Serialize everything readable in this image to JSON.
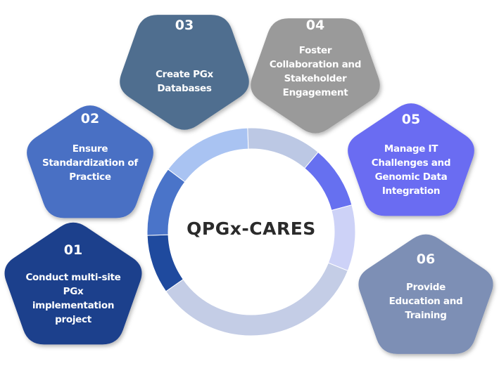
{
  "center": {
    "title": "QPGx-CARES"
  },
  "items": [
    {
      "number": "01",
      "lines": [
        "Conduct multi-site",
        "PGx",
        "implementation",
        "project"
      ],
      "color": "#1f3f8c"
    },
    {
      "number": "02",
      "lines": [
        "Ensure",
        "Standardization of",
        "Practice"
      ],
      "color": "#4a6fc4"
    },
    {
      "number": "03",
      "lines": [
        "Create PGx",
        "Databases"
      ],
      "color": "#4f6e8f"
    },
    {
      "number": "04",
      "lines": [
        "Foster",
        "Collaboration and",
        "Stakeholder",
        "Engagement"
      ],
      "color": "#9a9a9a"
    },
    {
      "number": "05",
      "lines": [
        "Manage IT",
        "Challenges and",
        "Genomic Data",
        "Integration"
      ],
      "color": "#6b6cf2"
    },
    {
      "number": "06",
      "lines": [
        "Provide",
        "Education and",
        "Training"
      ],
      "color": "#7d8fb5"
    }
  ],
  "ring_segments": [
    {
      "color": "#1f4a9e"
    },
    {
      "color": "#4a74c9"
    },
    {
      "color": "#a9c3f2"
    },
    {
      "color": "#bcc8e4"
    },
    {
      "color": "#6670f0"
    },
    {
      "color": "#cdd2f7"
    },
    {
      "color": "#c4cde6"
    }
  ]
}
